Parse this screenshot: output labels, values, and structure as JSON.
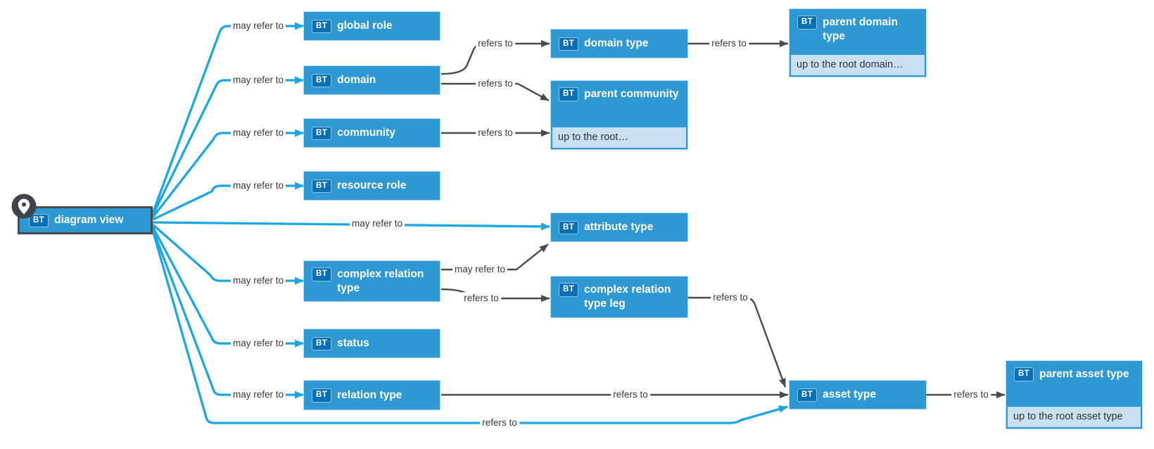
{
  "root_node": {
    "badge": "BT",
    "label": "diagram view"
  },
  "nodes": {
    "global_role": {
      "badge": "BT",
      "label": "global role"
    },
    "domain": {
      "badge": "BT",
      "label": "domain"
    },
    "community": {
      "badge": "BT",
      "label": "community"
    },
    "resource_role": {
      "badge": "BT",
      "label": "resource role"
    },
    "domain_type": {
      "badge": "BT",
      "label": "domain type"
    },
    "parent_domain_type": {
      "badge": "BT",
      "label": "parent domain type",
      "note": "up to the root domain…"
    },
    "parent_community": {
      "badge": "BT",
      "label": "parent community",
      "note": "up to the root…"
    },
    "attribute_type": {
      "badge": "BT",
      "label": "attribute type"
    },
    "complex_relation_type": {
      "badge": "BT",
      "label": "complex relation type"
    },
    "complex_relation_type_leg": {
      "badge": "BT",
      "label": "complex relation type leg"
    },
    "status": {
      "badge": "BT",
      "label": "status"
    },
    "relation_type": {
      "badge": "BT",
      "label": "relation type"
    },
    "asset_type": {
      "badge": "BT",
      "label": "asset type"
    },
    "parent_asset_type": {
      "badge": "BT",
      "label": "parent asset type",
      "note": "up to the root asset type"
    }
  },
  "edge_labels": {
    "may_refer_to": "may refer to",
    "refers_to": "refers to"
  },
  "icons": {
    "pin": "location-pin-icon"
  },
  "colors": {
    "node_fill": "#2E98D2",
    "badge_fill": "#0B6FB5",
    "note_fill": "#C7E1F3",
    "note_text": "#333333",
    "edge_primary_cyan": "#1BA7E3",
    "edge_secondary_gray": "#4A4A4A",
    "root_border": "#4A4A4A",
    "pin_fill": "#3F444A",
    "background": "#FFFFFF"
  }
}
